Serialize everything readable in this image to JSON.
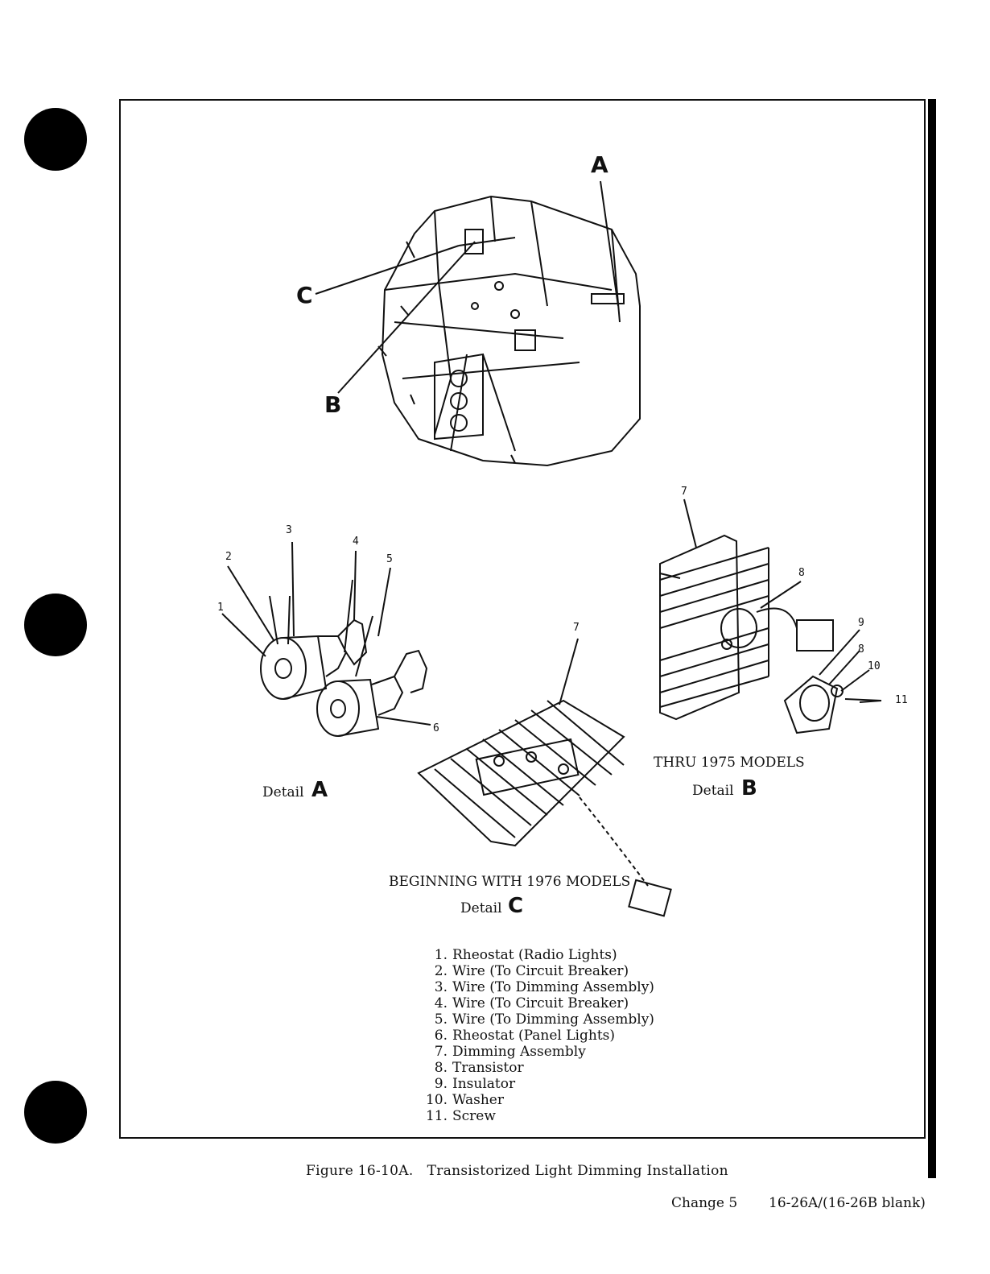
{
  "callouts": {
    "a": "A",
    "b": "B",
    "c": "C"
  },
  "detail_a": {
    "label": "Detail",
    "letter": "A"
  },
  "detail_b": {
    "models": "THRU 1975 MODELS",
    "label": "Detail",
    "letter": "B"
  },
  "detail_c": {
    "models": "BEGINNING WITH 1976 MODELS",
    "label": "Detail",
    "letter": "C"
  },
  "item_numbers": {
    "a1": "1",
    "a2": "2",
    "a3": "3",
    "a4": "4",
    "a5": "5",
    "a6": "6",
    "b7": "7",
    "b8a": "8",
    "b9": "9",
    "b8b": "8",
    "b10": "10",
    "b11": "11",
    "c7": "7"
  },
  "legend": [
    {
      "num": "1.",
      "text": "Rheostat (Radio Lights)"
    },
    {
      "num": "2.",
      "text": "Wire (To Circuit Breaker)"
    },
    {
      "num": "3.",
      "text": "Wire (To Dimming Assembly)"
    },
    {
      "num": "4.",
      "text": "Wire (To Circuit Breaker)"
    },
    {
      "num": "5.",
      "text": "Wire (To Dimming Assembly)"
    },
    {
      "num": "6.",
      "text": "Rheostat (Panel Lights)"
    },
    {
      "num": "7.",
      "text": "Dimming Assembly"
    },
    {
      "num": "8.",
      "text": "Transistor"
    },
    {
      "num": "9.",
      "text": "Insulator"
    },
    {
      "num": "10.",
      "text": "Washer"
    },
    {
      "num": "11.",
      "text": "Screw"
    }
  ],
  "caption": "Figure 16-10A.   Transistorized Light Dimming Installation",
  "footer": {
    "change": "Change 5",
    "page": "16-26A/(16-26B blank)"
  }
}
